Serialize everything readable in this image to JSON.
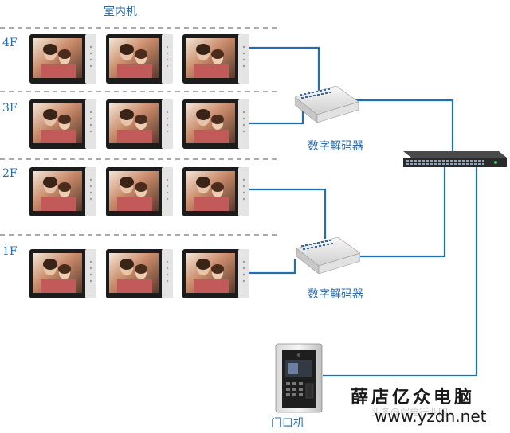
{
  "title": "室内机",
  "floors": [
    "4F",
    "3F",
    "2F",
    "1F"
  ],
  "decoder_label_top": "数字解码器",
  "decoder_label_bottom": "数字解码器",
  "door_label": "门口机",
  "watermark": {
    "brand": "薛店亿众电脑",
    "url": "www.yzdn.net",
    "faint_text": "头条@弱电行业网"
  },
  "colors": {
    "cable": "#1f6fb2",
    "label": "#2b6cb0",
    "monitor_frame": "#1c1c1c",
    "monitor_silver": "#dcdcdc",
    "switch_body": "#2a2a2a"
  }
}
